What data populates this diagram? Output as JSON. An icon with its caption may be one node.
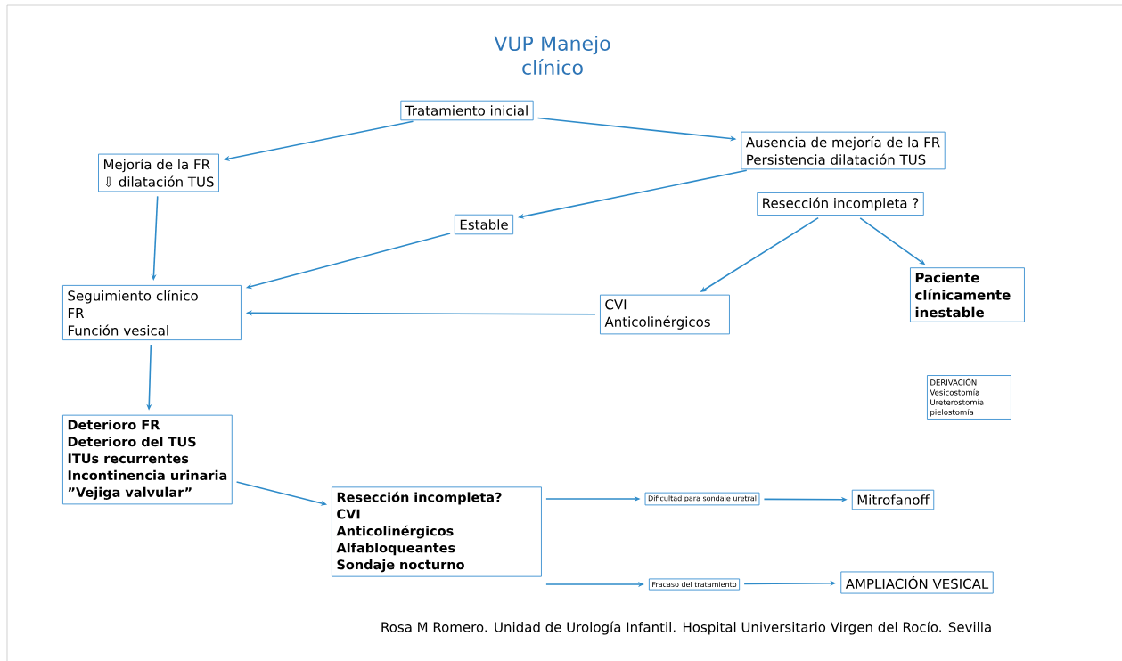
{
  "diagram": {
    "title": "VUP Manejo clínico",
    "caption": "Rosa M Romero. Unidad de Urología Infantil. Hospital Universitario Virgen del Rocío. Sevilla",
    "nodes": [
      {
        "text": [
          "Tratamiento inicial"
        ]
      },
      {
        "text": [
          "Mejoría de la FR",
          "⇩ dilatación TUS"
        ]
      },
      {
        "text": [
          "Ausencia de mejoría de la FR",
          "Persistencia dilatación TUS"
        ]
      },
      {
        "text": [
          "Estable"
        ]
      },
      {
        "text": [
          "Resección incompleta ?"
        ]
      },
      {
        "text": [
          "Seguimiento clínico",
          "FR",
          "Función vesical"
        ]
      },
      {
        "text": [
          "CVI",
          "Anticolinérgicos"
        ]
      },
      {
        "text": [
          "Paciente clínicamente inestable"
        ]
      },
      {
        "text": [
          "DERIVACIÓN",
          "Vesicostomía",
          "Ureterostomía",
          "pielostomía"
        ]
      },
      {
        "text": [
          "Deterioro FR",
          "Deterioro del TUS",
          "ITUs recurrentes",
          "Incontinencia urinaria",
          "”Vejiga valvular”"
        ]
      },
      {
        "text": [
          "Resección incompleta?",
          "CVI",
          "Anticolinérgicos",
          "Alfabloqueantes",
          "Sondaje nocturno"
        ]
      },
      {
        "text": [
          "Dificultad para sondaje uretral"
        ]
      },
      {
        "text": [
          "Mitrofanoff"
        ]
      },
      {
        "text": [
          "Fracaso del tratamiento"
        ]
      },
      {
        "text": [
          "AMPLIACIÓN VESICAL"
        ]
      }
    ],
    "edges": [
      {
        "from": 0,
        "to": 1,
        "arrow": "to"
      },
      {
        "from": 0,
        "to": 2,
        "arrow": "to"
      },
      {
        "from": 2,
        "to": 3,
        "arrow": "to"
      },
      {
        "from": 1,
        "to": 5,
        "arrow": "to"
      },
      {
        "from": 3,
        "to": 5,
        "arrow": "to"
      },
      {
        "from": 4,
        "to": 6,
        "arrow": "to"
      },
      {
        "from": 4,
        "to": 7,
        "arrow": "to"
      },
      {
        "from": 6,
        "to": 5,
        "arrow": "to"
      },
      {
        "from": 5,
        "to": 9,
        "arrow": "to"
      },
      {
        "from": 9,
        "to": 10,
        "arrow": "to"
      },
      {
        "from": 10,
        "to": 11,
        "arrow": "to"
      },
      {
        "from": 11,
        "to": 12,
        "arrow": "to"
      },
      {
        "from": 10,
        "to": 13,
        "arrow": "to"
      },
      {
        "from": 13,
        "to": 14,
        "arrow": "to"
      }
    ]
  }
}
